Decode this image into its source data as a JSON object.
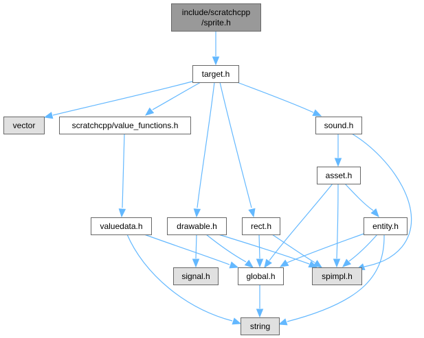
{
  "diagram": {
    "title": "include/scratchcpp/sprite.h include dependency graph",
    "colors": {
      "root_fill": "#999999",
      "internal_fill": "#ffffff",
      "external_fill": "#e0e0e0",
      "border": "#666666",
      "edge": "#63b8ff"
    },
    "nodes": [
      {
        "id": "sprite",
        "lines": [
          "include/scratchcpp",
          "/sprite.h"
        ],
        "kind": "root"
      },
      {
        "id": "target",
        "lines": [
          "target.h"
        ],
        "kind": "internal"
      },
      {
        "id": "vector",
        "lines": [
          "vector"
        ],
        "kind": "external"
      },
      {
        "id": "value_functions",
        "lines": [
          "scratchcpp/value_functions.h"
        ],
        "kind": "internal"
      },
      {
        "id": "sound",
        "lines": [
          "sound.h"
        ],
        "kind": "internal"
      },
      {
        "id": "asset",
        "lines": [
          "asset.h"
        ],
        "kind": "internal"
      },
      {
        "id": "valuedata",
        "lines": [
          "valuedata.h"
        ],
        "kind": "internal"
      },
      {
        "id": "drawable",
        "lines": [
          "drawable.h"
        ],
        "kind": "internal"
      },
      {
        "id": "rect",
        "lines": [
          "rect.h"
        ],
        "kind": "internal"
      },
      {
        "id": "entity",
        "lines": [
          "entity.h"
        ],
        "kind": "internal"
      },
      {
        "id": "signal",
        "lines": [
          "signal.h"
        ],
        "kind": "external"
      },
      {
        "id": "global",
        "lines": [
          "global.h"
        ],
        "kind": "internal"
      },
      {
        "id": "spimpl",
        "lines": [
          "spimpl.h"
        ],
        "kind": "external"
      },
      {
        "id": "string",
        "lines": [
          "string"
        ],
        "kind": "external"
      }
    ],
    "edges": [
      {
        "from": "sprite",
        "to": "target"
      },
      {
        "from": "target",
        "to": "vector"
      },
      {
        "from": "target",
        "to": "value_functions"
      },
      {
        "from": "target",
        "to": "drawable"
      },
      {
        "from": "target",
        "to": "rect"
      },
      {
        "from": "target",
        "to": "sound"
      },
      {
        "from": "value_functions",
        "to": "valuedata"
      },
      {
        "from": "valuedata",
        "to": "global"
      },
      {
        "from": "valuedata",
        "to": "string"
      },
      {
        "from": "drawable",
        "to": "signal"
      },
      {
        "from": "drawable",
        "to": "global"
      },
      {
        "from": "drawable",
        "to": "spimpl"
      },
      {
        "from": "rect",
        "to": "global"
      },
      {
        "from": "rect",
        "to": "spimpl"
      },
      {
        "from": "sound",
        "to": "asset"
      },
      {
        "from": "sound",
        "to": "spimpl"
      },
      {
        "from": "asset",
        "to": "global"
      },
      {
        "from": "asset",
        "to": "spimpl"
      },
      {
        "from": "asset",
        "to": "entity"
      },
      {
        "from": "entity",
        "to": "global"
      },
      {
        "from": "entity",
        "to": "spimpl"
      },
      {
        "from": "entity",
        "to": "string"
      },
      {
        "from": "global",
        "to": "string"
      }
    ]
  }
}
